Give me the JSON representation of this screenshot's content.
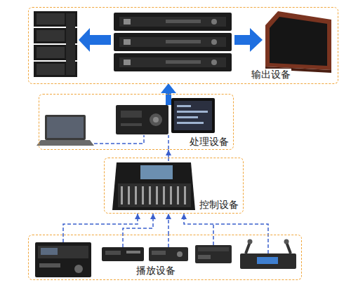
{
  "diagram": {
    "nodes": [
      {
        "text": [
          "输出设备"
        ]
      },
      {
        "text": [
          "处理设备"
        ]
      },
      {
        "text": [
          "控制设备"
        ]
      },
      {
        "text": [
          "播放设备"
        ]
      }
    ],
    "edges": [
      {
        "from": 3,
        "to": 2,
        "arrow": "to"
      },
      {
        "from": 2,
        "to": 1,
        "arrow": "to"
      },
      {
        "from": 1,
        "to": 0,
        "arrow": "to"
      }
    ]
  }
}
